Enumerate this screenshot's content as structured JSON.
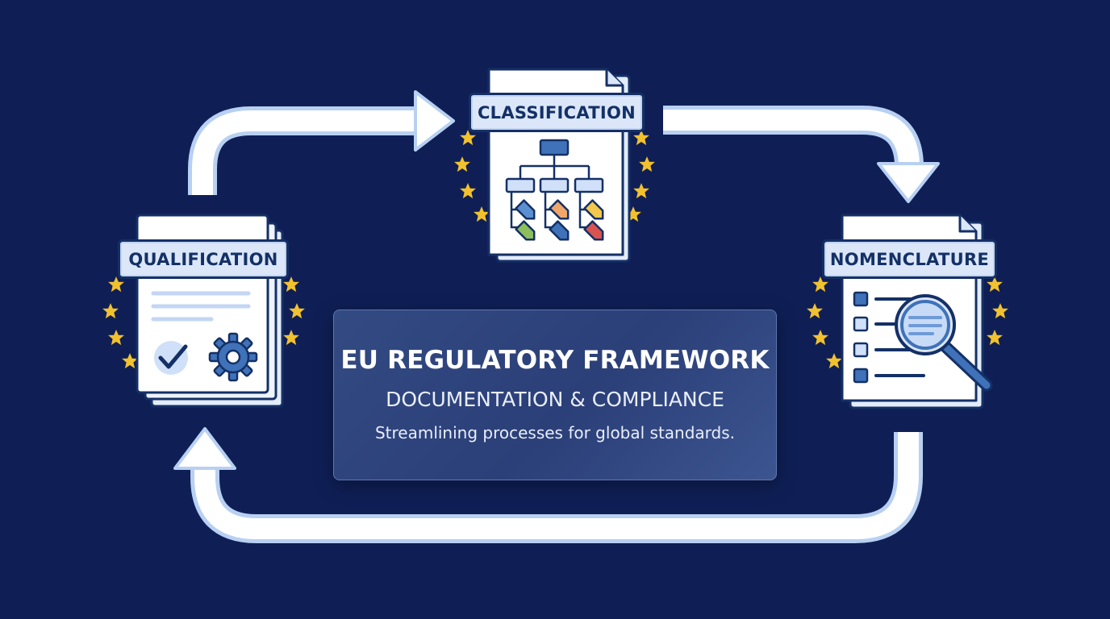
{
  "stages": {
    "qualification": {
      "label": "QUALIFICATION"
    },
    "classification": {
      "label": "CLASSIFICATION"
    },
    "nomenclature": {
      "label": "NOMENCLATURE"
    }
  },
  "center": {
    "title": "EU REGULATORY FRAMEWORK",
    "subtitle": "DOCUMENTATION & COMPLIANCE",
    "description": "Streamlining processes for global standards."
  },
  "colors": {
    "background": "#0f1f56",
    "arrow_fill": "#ffffff",
    "arrow_edge": "#b8d0f2",
    "label_bg": "#dbe7f9",
    "navy": "#143066",
    "star": "#f2c12e",
    "tag_blue": "#5b8fd0",
    "tag_orange": "#f0a66a",
    "tag_yellow": "#f2c94c",
    "tag_green": "#8cbf5c",
    "tag_red": "#d9534f"
  },
  "icons": {
    "qualification": [
      "document-stack-icon",
      "checkmark-icon",
      "gear-icon"
    ],
    "classification": [
      "hierarchy-icon",
      "tag-icon"
    ],
    "nomenclature": [
      "checklist-icon",
      "magnifier-icon"
    ],
    "decoration": "eu-stars"
  }
}
